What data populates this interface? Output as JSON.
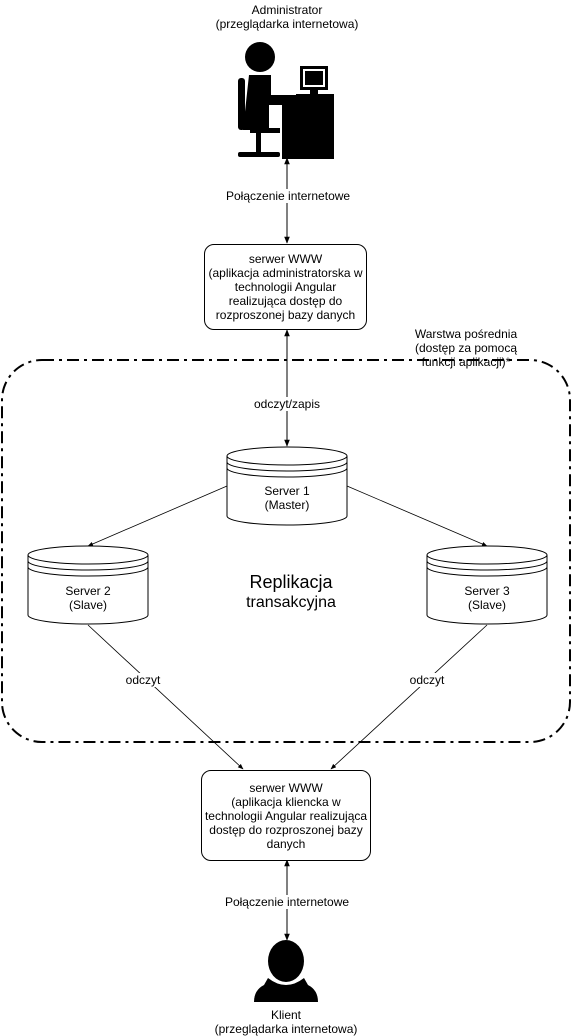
{
  "admin": {
    "line1": "Administrator",
    "line2": "(przeglądarka internetowa)"
  },
  "conn_top": "Połączenie internetowe",
  "www_admin": {
    "line1": "serwer WWW",
    "line2": "(aplikacja administratorska w",
    "line3": "technologii Angular",
    "line4": "realizująca dostęp do",
    "line5": "rozproszonej bazy danych"
  },
  "middle_layer": {
    "line1": "Warstwa pośrednia",
    "line2": "(dostęp za pomocą",
    "line3": "funkcji aplikacji)*"
  },
  "rw_label": "odczyt/zapis",
  "server1": {
    "line1": "Server 1",
    "line2": "(Master)"
  },
  "server2": {
    "line1": "Server 2",
    "line2": "(Slave)"
  },
  "server3": {
    "line1": "Server 3",
    "line2": "(Slave)"
  },
  "replication": {
    "line1": "Replikacja",
    "line2": "transakcyjna"
  },
  "read_left": "odczyt",
  "read_right": "odczyt",
  "www_client": {
    "line1": "serwer WWW",
    "line2": "(aplikacja kliencka w",
    "line3": "technologii Angular realizująca",
    "line4": "dostęp do rozproszonej bazy",
    "line5": "danych"
  },
  "conn_bottom": "Połączenie internetowe",
  "client": {
    "line1": "Klient",
    "line2": "(przeglądarka internetowa)"
  },
  "icons": {
    "admin": "admin-at-computer-icon",
    "client": "user-silhouette-icon",
    "database": "database-cylinder-icon"
  }
}
